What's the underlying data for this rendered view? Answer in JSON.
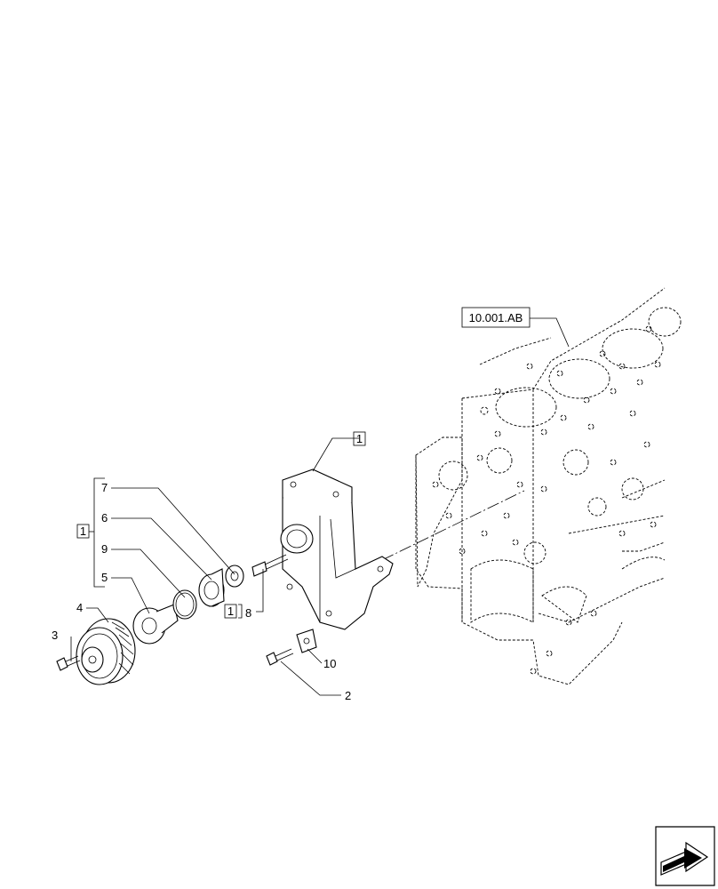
{
  "diagram": {
    "reference_code": "10.001.AB",
    "group_box_label": "1",
    "labels": {
      "p1": "1",
      "p2": "2",
      "p3": "3",
      "p4": "4",
      "p5": "5",
      "p6": "6",
      "p7": "7",
      "p8": "8",
      "p9": "9",
      "p10": "10",
      "p1_box_small": "1"
    }
  },
  "navigation": {
    "icon": "arrow-next-icon"
  }
}
